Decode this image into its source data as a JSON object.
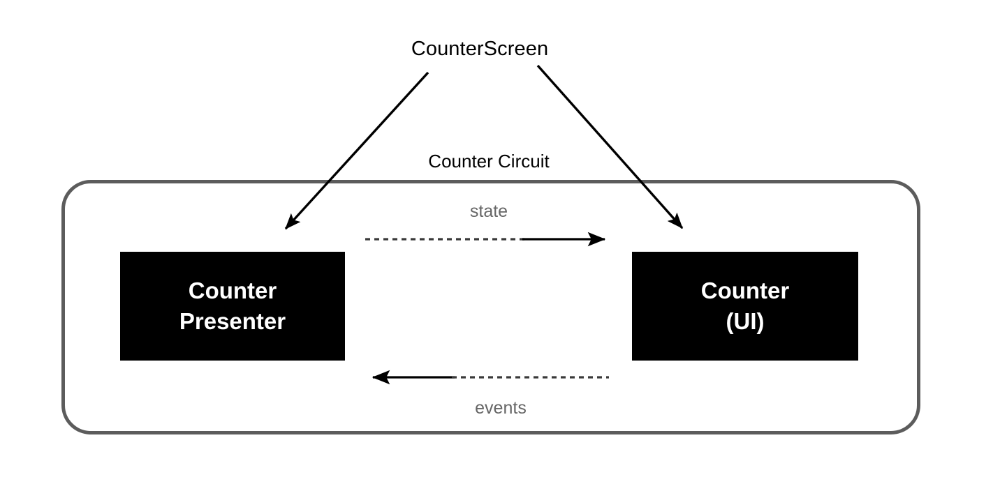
{
  "diagram": {
    "title_label": "CounterScreen",
    "container_label": "Counter Circuit",
    "flow_labels": {
      "state": "state",
      "events": "events"
    },
    "nodes": [
      {
        "id": "presenter",
        "line1": "Counter",
        "line2": "Presenter",
        "fill": "#000000",
        "text_color": "#ffffff"
      },
      {
        "id": "ui",
        "line1": "Counter",
        "line2": "(UI)",
        "fill": "#000000",
        "text_color": "#ffffff"
      }
    ],
    "colors": {
      "background": "#ffffff",
      "container_stroke": "#5c5c5c",
      "arrow_black": "#000000",
      "arrow_dashed": "#3a3a3a",
      "muted_text": "#666666",
      "primary_text": "#000000"
    },
    "connectors": [
      {
        "id": "state-flow",
        "label": "state",
        "from": "presenter",
        "to": "ui",
        "direction": "right",
        "style": "dashed-to-solid"
      },
      {
        "id": "events-flow",
        "label": "events",
        "from": "ui",
        "to": "presenter",
        "direction": "left",
        "style": "solid-to-dashed"
      },
      {
        "id": "callout-presenter",
        "label": "CounterScreen",
        "from": "title",
        "to": "presenter",
        "direction": "down-left",
        "style": "solid"
      },
      {
        "id": "callout-ui",
        "label": "CounterScreen",
        "from": "title",
        "to": "ui",
        "direction": "down-right",
        "style": "solid"
      }
    ]
  }
}
